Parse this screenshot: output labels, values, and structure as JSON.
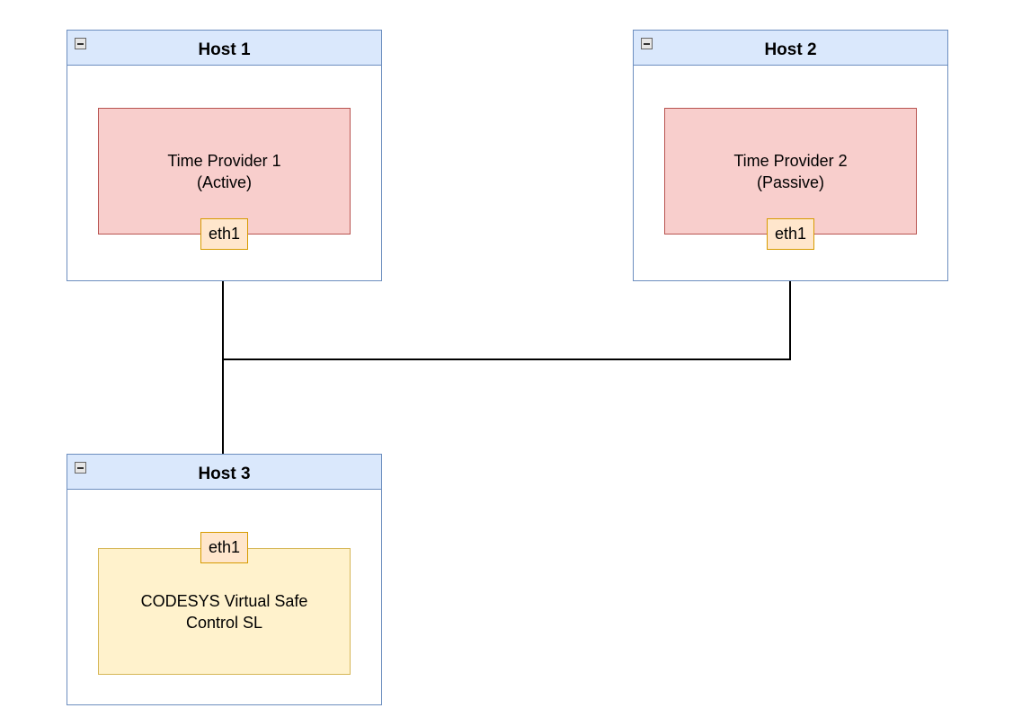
{
  "hosts": [
    {
      "title": "Host 1",
      "component": {
        "label": "Time Provider 1\n(Active)"
      },
      "port": {
        "label": "eth1"
      }
    },
    {
      "title": "Host 2",
      "component": {
        "label": "Time Provider 2\n(Passive)"
      },
      "port": {
        "label": "eth1"
      }
    },
    {
      "title": "Host 3",
      "component": {
        "label": "CODESYS Virtual Safe\nControl SL"
      },
      "port": {
        "label": "eth1"
      }
    }
  ],
  "colors": {
    "host_header_fill": "#dae8fc",
    "host_border": "#6c8ebf",
    "time_provider_fill": "#f8cecc",
    "time_provider_border": "#b85450",
    "codesys_fill": "#fff2cc",
    "codesys_border": "#d6b656",
    "port_fill": "#ffe6cc",
    "port_border": "#d79b00",
    "connector": "#000000"
  },
  "connections": [
    {
      "from": "Host 1 eth1",
      "to": "Host 2 eth1"
    },
    {
      "from": "Host 1 eth1",
      "to": "Host 3 eth1"
    }
  ]
}
